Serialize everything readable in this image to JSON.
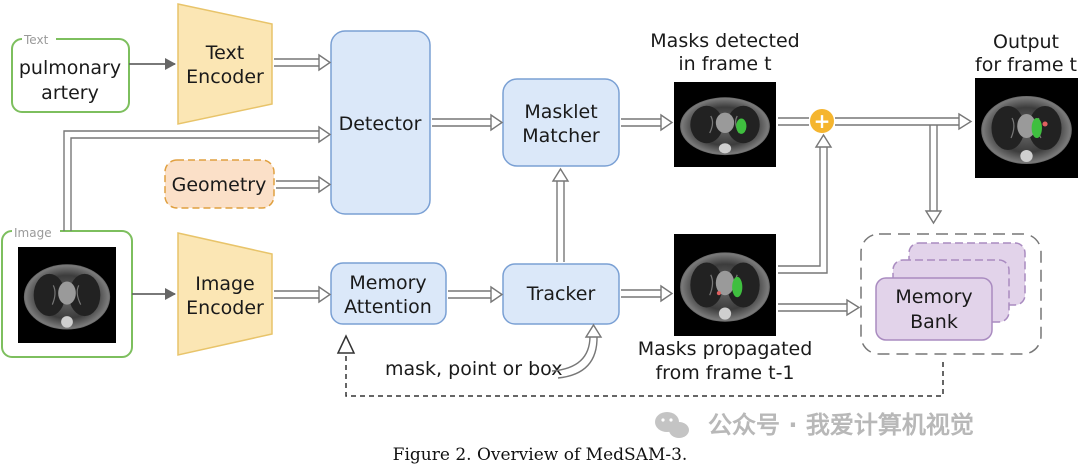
{
  "inputs": {
    "text_tag": "Text",
    "text_line1": "pulmonary",
    "text_line2": "artery",
    "image_tag": "Image"
  },
  "modules": {
    "text_encoder": [
      "Text",
      "Encoder"
    ],
    "image_encoder": [
      "Image",
      "Encoder"
    ],
    "detector": "Detector",
    "geometry": "Geometry",
    "masklet_matcher": [
      "Masklet",
      "Matcher"
    ],
    "memory_attention": [
      "Memory",
      "Attention"
    ],
    "tracker": "Tracker",
    "memory_bank": [
      "Memory",
      "Bank"
    ]
  },
  "labels": {
    "masks_detected": [
      "Masks detected",
      "in frame t"
    ],
    "output": [
      "Output",
      "for frame t"
    ],
    "masks_propagated": [
      "Masks propagated",
      "from frame t-1"
    ],
    "prompt": "mask, point or box",
    "plus": "+"
  },
  "watermark": "公众号 · 我爱计算机视觉",
  "caption": "Figure 2. Overview of MedSAM-3.",
  "colors": {
    "text_input_border": "#7dbf5e",
    "encoder_fill": "#fbe6b4",
    "encoder_border": "#e8c46a",
    "module_fill": "#dbe8f9",
    "module_border": "#7aa0d4",
    "geometry_fill": "#fbe0c8",
    "geometry_border": "#e0a040",
    "memory_fill": "#e2d3ea",
    "memory_border": "#a98bc0",
    "plus_fill": "#f5b52e"
  }
}
